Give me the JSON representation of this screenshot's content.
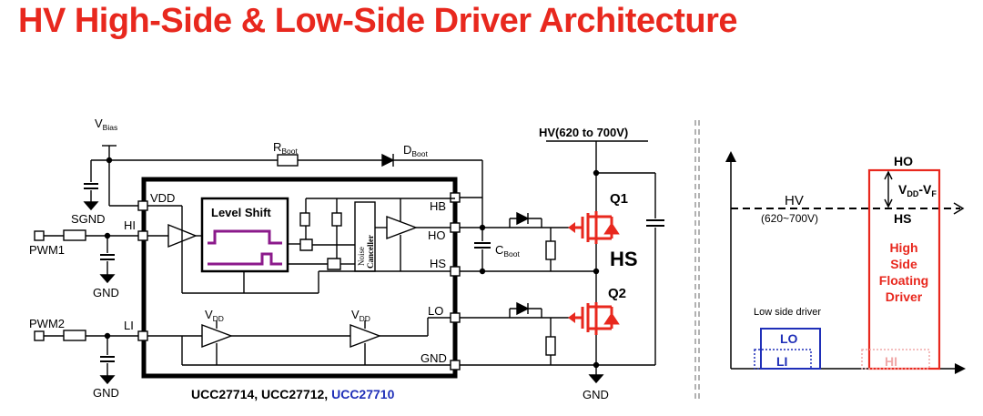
{
  "title": "HV High-Side & Low-Side Driver Architecture",
  "schematic": {
    "vbias": "V",
    "vbias_sub": "Bias",
    "rboot": "R",
    "rboot_sub": "Boot",
    "dboot": "D",
    "dboot_sub": "Boot",
    "hv_supply": "HV(620 to 700V)",
    "sgnd": "SGND",
    "pwm1": "PWM1",
    "pwm2": "PWM2",
    "gnd": "GND",
    "level_shift": "Level Shift",
    "noise_canceller_1": "Noise",
    "noise_canceller_2": "Canceller",
    "pins": {
      "vdd": "VDD",
      "hi": "HI",
      "li": "LI",
      "hb": "HB",
      "ho": "HO",
      "hs": "HS",
      "lo": "LO",
      "gnd": "GND"
    },
    "vdd_label": "V",
    "vdd_sub": "DD",
    "cboot": "C",
    "cboot_sub": "Boot",
    "q1": "Q1",
    "q2": "Q2",
    "hs_node": "HS",
    "part_numbers": "UCC27714, UCC27712, ",
    "part_highlight": "UCC27710",
    "colors": {
      "title": "#e8281e",
      "level_shift": "#8b1a8b",
      "mosfet": "#e8281e",
      "highlight": "#1f2fb8"
    }
  },
  "waveform": {
    "ho": "HO",
    "vdd_vf": "V",
    "vdd_vf_sub1": "DD",
    "vdd_vf_mid": "-V",
    "vdd_vf_sub2": "F",
    "hv": "HV",
    "hv_range": "(620~700V)",
    "hs": "HS",
    "high_side_1": "High",
    "high_side_2": "Side",
    "high_side_3": "Floating",
    "high_side_4": "Driver",
    "low_side": "Low side driver",
    "lo": "LO",
    "li": "LI",
    "hi": "HI",
    "colors": {
      "high_side": "#e8281e",
      "low_side": "#1f2fb8",
      "hi_faded": "#f0a8a8"
    }
  }
}
